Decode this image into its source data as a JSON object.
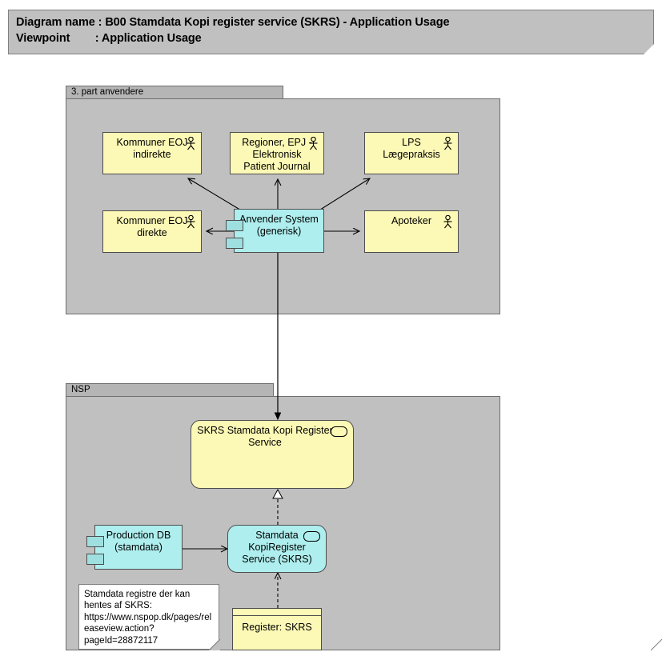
{
  "header": {
    "line1": "Diagram name : B00 Stamdata Kopi register service (SKRS) - Application Usage",
    "line2": "Viewpoint        : Application Usage"
  },
  "groups": [
    {
      "id": "third-party",
      "label": "3. part anvendere"
    },
    {
      "id": "nsp",
      "label": "NSP"
    }
  ],
  "nodes": {
    "kommuner_indirekte": {
      "label": "Kommuner EOJ\nindirekte",
      "type": "actor",
      "icon": "actor-icon"
    },
    "regioner_epj": {
      "label": "Regioner, EPJ -\nElektronisk\nPatient Journal",
      "type": "actor",
      "icon": "actor-icon"
    },
    "lps": {
      "label": "LPS\nLægepraksis",
      "type": "actor",
      "icon": "actor-icon"
    },
    "kommuner_direkte": {
      "label": "Kommuner EOJ\ndirekte",
      "type": "actor",
      "icon": "actor-icon"
    },
    "apoteker": {
      "label": "Apoteker",
      "type": "actor",
      "icon": "actor-icon"
    },
    "anvender_system": {
      "label": "Anvender System\n(generisk)",
      "type": "component",
      "icon": "component-tabs-icon"
    },
    "skrs_service": {
      "label": "SKRS Stamdata Kopi Register\nService",
      "type": "application-service",
      "icon": "service-icon"
    },
    "production_db": {
      "label": "Production DB\n(stamdata)",
      "type": "component",
      "icon": "component-tabs-icon"
    },
    "stamdata_kopi": {
      "label": "Stamdata\nKopiRegister\nService (SKRS)",
      "type": "application-component",
      "icon": "service-icon"
    },
    "register_skrs": {
      "label": "Register: SKRS",
      "type": "data-object"
    }
  },
  "note": {
    "text": "Stamdata registre der kan hentes af SKRS: https://www.nspop.dk/pages/releaseview.action?pageId=28872117"
  },
  "connections": [
    {
      "from": "anvender_system",
      "to": "kommuner_indirekte",
      "style": "solid-open-arrow"
    },
    {
      "from": "anvender_system",
      "to": "regioner_epj",
      "style": "solid-open-arrow"
    },
    {
      "from": "anvender_system",
      "to": "lps",
      "style": "solid-open-arrow"
    },
    {
      "from": "anvender_system",
      "to": "kommuner_direkte",
      "style": "solid-open-arrow"
    },
    {
      "from": "anvender_system",
      "to": "apoteker",
      "style": "solid-open-arrow"
    },
    {
      "from": "anvender_system",
      "to": "skrs_service",
      "style": "solid-filled-arrow"
    },
    {
      "from": "stamdata_kopi",
      "to": "skrs_service",
      "style": "dashed-hollow-triangle"
    },
    {
      "from": "production_db",
      "to": "stamdata_kopi",
      "style": "solid-open-arrow"
    },
    {
      "from": "register_skrs",
      "to": "stamdata_kopi",
      "style": "dashed-open-arrow"
    }
  ],
  "colors": {
    "canvas": "#ffffff",
    "banner": "#c0c0c0",
    "group_body": "#c0c0c0",
    "group_tab": "#b5b5b5",
    "actor_fill": "#fcf8b5",
    "component_fill": "#aeeeee",
    "note_fill": "#ffffff",
    "line": "#000000"
  }
}
